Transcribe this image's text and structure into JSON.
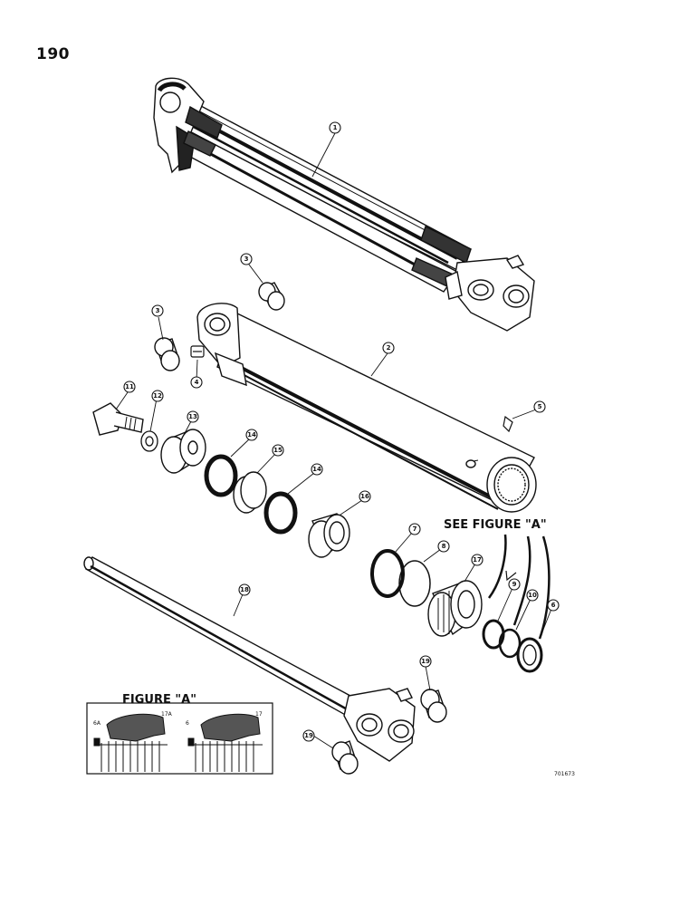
{
  "page_number": "190",
  "drawing_number": "701673",
  "see_figure_label": "SEE FIGURE \"A\"",
  "figure": {
    "title": "FIGURE \"A\"",
    "left_labels": [
      "6A",
      "17A"
    ],
    "right_labels": [
      "6",
      "17"
    ]
  },
  "callouts": [
    "1",
    "2",
    "3",
    "3",
    "4",
    "5",
    "11",
    "12",
    "13",
    "14",
    "15",
    "14",
    "16",
    "7",
    "8",
    "17",
    "9",
    "10",
    "6",
    "18",
    "19",
    "19"
  ]
}
